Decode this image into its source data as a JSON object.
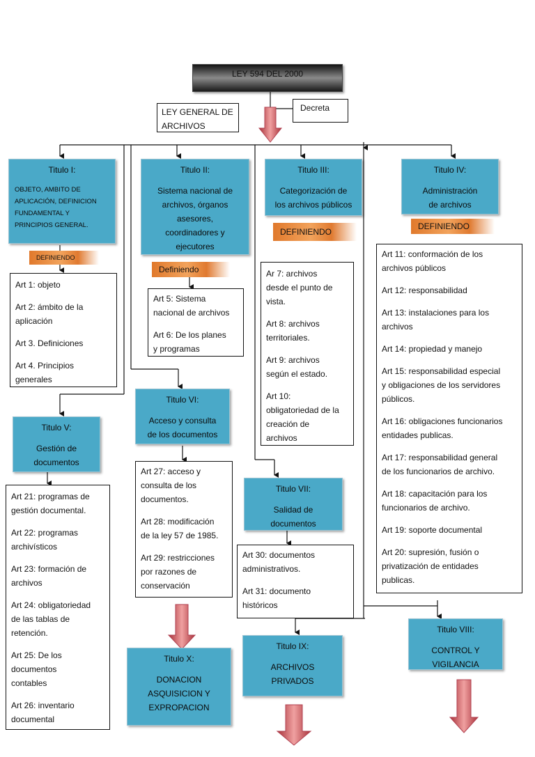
{
  "main_title": "LEY 594 DEL 2000",
  "subtitle": "LEY  GENERAL DE\nARCHIVOS",
  "decreta": "Decreta",
  "titles": {
    "t1": {
      "head": "Titulo I:",
      "body": "OBJETO, AMBITO DE\nAPLICACIÓN, DEFINICION\nFUNDAMENTAL Y\nPRINCIPIOS GENERAL."
    },
    "t2": {
      "head": "Titulo II:",
      "body": "Sistema nacional de\narchivos, órganos\nasesores,\ncoordinadores y\nejecutores"
    },
    "t3": {
      "head": "Titulo III:",
      "body": "Categorización de\nlos archivos públicos"
    },
    "t4": {
      "head": "Titulo IV:",
      "body": "Administración\nde archivos"
    },
    "t5": {
      "head": "Titulo V:",
      "body": "Gestión de\ndocumentos"
    },
    "t6": {
      "head": "Titulo VI:",
      "body": "Acceso y consulta\nde los documentos"
    },
    "t7": {
      "head": "Titulo VII:",
      "body": "Salidad de\ndocumentos"
    },
    "t8": {
      "head": "Titulo VIII:",
      "body": "CONTROL Y\nVIGILANCIA"
    },
    "t9": {
      "head": "Titulo IX:",
      "body": "ARCHIVOS\nPRIVADOS"
    },
    "t10": {
      "head": "Titulo X:",
      "body": "DONACION\nASQUISICION Y\nEXPROPACION"
    }
  },
  "defining": {
    "d1": "DEFINIENDO",
    "d2": "Definiendo",
    "d3": "DEFINIENDO",
    "d4": "DEFINIENDO"
  },
  "lists": {
    "l1": [
      "Art 1: objeto",
      "Art 2: ámbito de la\naplicación",
      "Art 3. Definiciones",
      "Art 4. Principios\ngenerales"
    ],
    "l2": [
      "Art 5: Sistema\nnacional de archivos",
      "Art 6: De los planes\ny programas"
    ],
    "l3": [
      "Ar 7: archivos\ndesde el punto de\nvista.",
      "Art 8: archivos\nterritoriales.",
      "Art 9: archivos\nsegún el estado.",
      "Art 10:\nobligatoriedad de la\ncreación de\narchivos"
    ],
    "l4": [
      "Art  11: conformación de los\narchivos públicos",
      "Art 12: responsabilidad",
      "Art 13: instalaciones para los\narchivos",
      "Art 14: propiedad y manejo",
      "Art 15: responsabilidad especial\ny obligaciones de los servidores\npúblicos.",
      "Art 16: obligaciones funcionarios\nentidades publicas.",
      "Art 17: responsabilidad general\nde los funcionarios de archivo.",
      "Art 18: capacitación para los\nfuncionarios de archivo.",
      "Art 19: soporte documental",
      "Art 20: supresión, fusión o\nprivatización de entidades\npublicas."
    ],
    "l5": [
      "Art 21: programas de\ngestión documental.",
      "Art 22: programas\narchivísticos",
      "Art 23: formación de\narchivos",
      "Art 24: obligatoriedad\nde las tablas de\nretención.",
      "Art 25: De los\ndocumentos\ncontables",
      "Art 26: inventario\ndocumental"
    ],
    "l6": [
      "Art 27: acceso y\nconsulta de los\ndocumentos.",
      "Art 28: modificación\nde la ley 57 de 1985.",
      "Art 29: restricciones\npor razones de\nconservación"
    ],
    "l7": [
      "Art 30: documentos\nadministrativos.",
      "Art 31: documento\nhistóricos"
    ]
  }
}
